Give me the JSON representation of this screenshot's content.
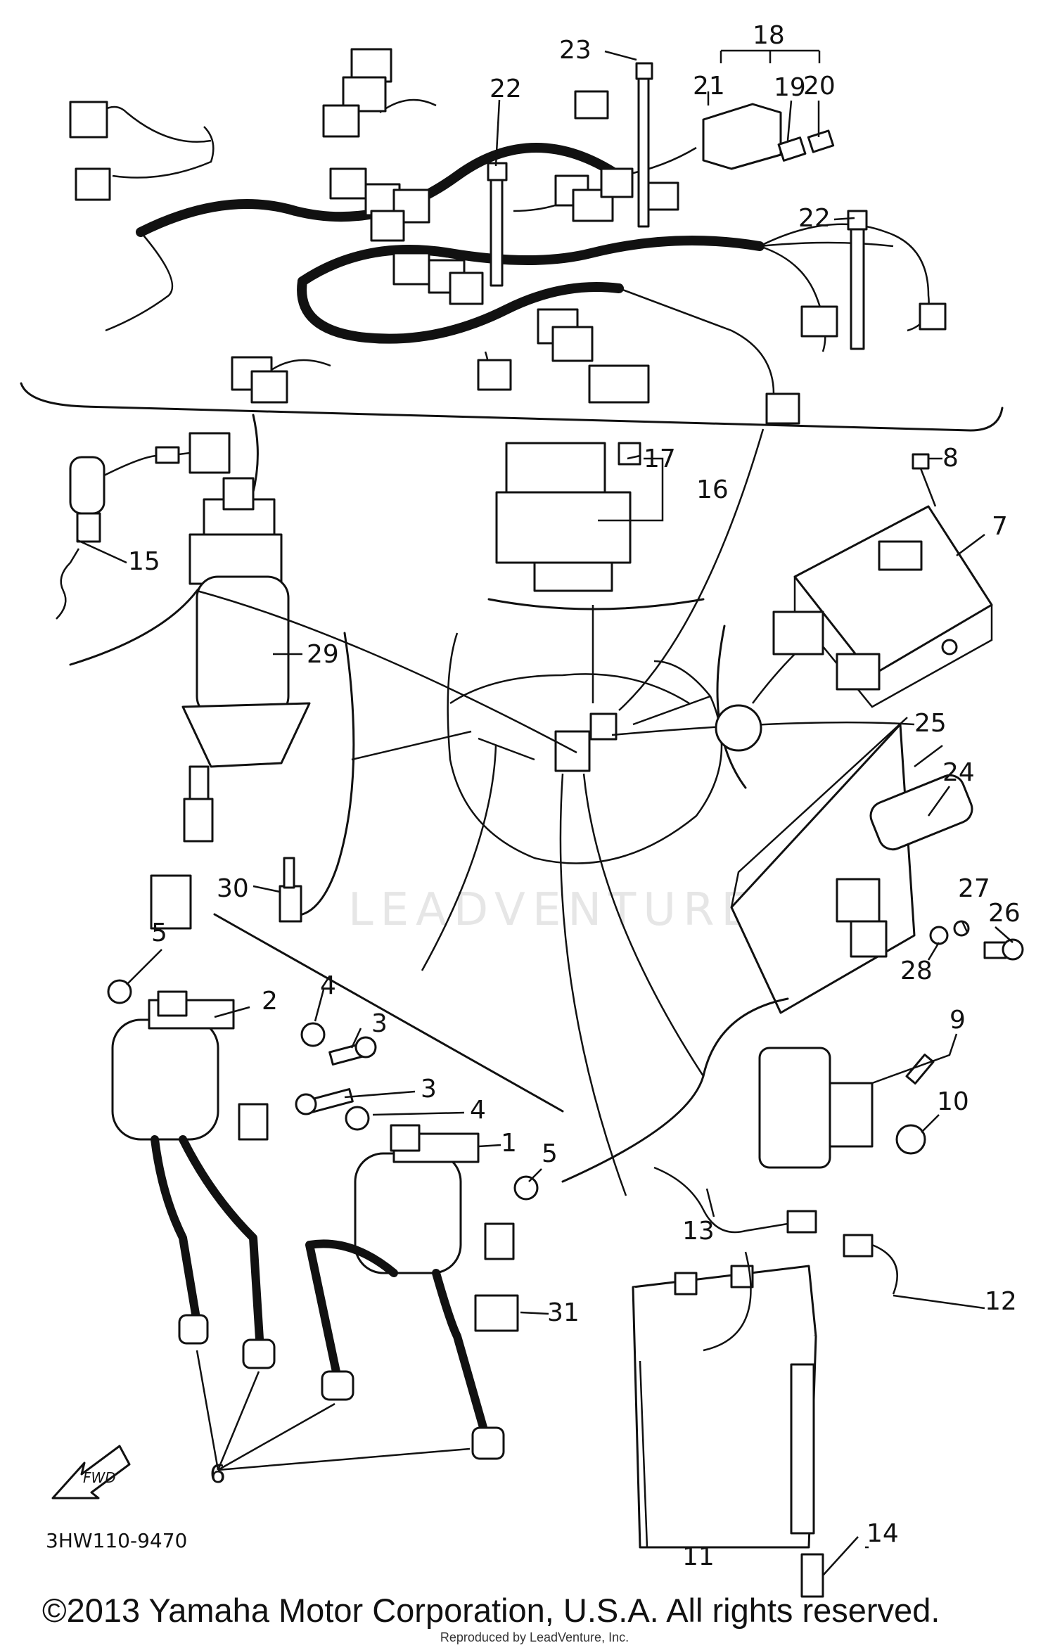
{
  "drawing_code": "3HW110-9470",
  "fwd_label": "FWD",
  "watermark": "LEADVENTURE",
  "copyright": "©2013 Yamaha Motor Corporation, U.S.A. All rights reserved.",
  "reproduced": "Reproduced by LeadVenture, Inc.",
  "callouts": [
    "1",
    "2",
    "3",
    "3",
    "4",
    "4",
    "5",
    "5",
    "6",
    "7",
    "8",
    "9",
    "10",
    "11",
    "12",
    "13",
    "14",
    "15",
    "16",
    "17",
    "18",
    "19",
    "20",
    "21",
    "22",
    "22",
    "23",
    "24",
    "25",
    "26",
    "27",
    "28",
    "29",
    "30",
    "31"
  ]
}
